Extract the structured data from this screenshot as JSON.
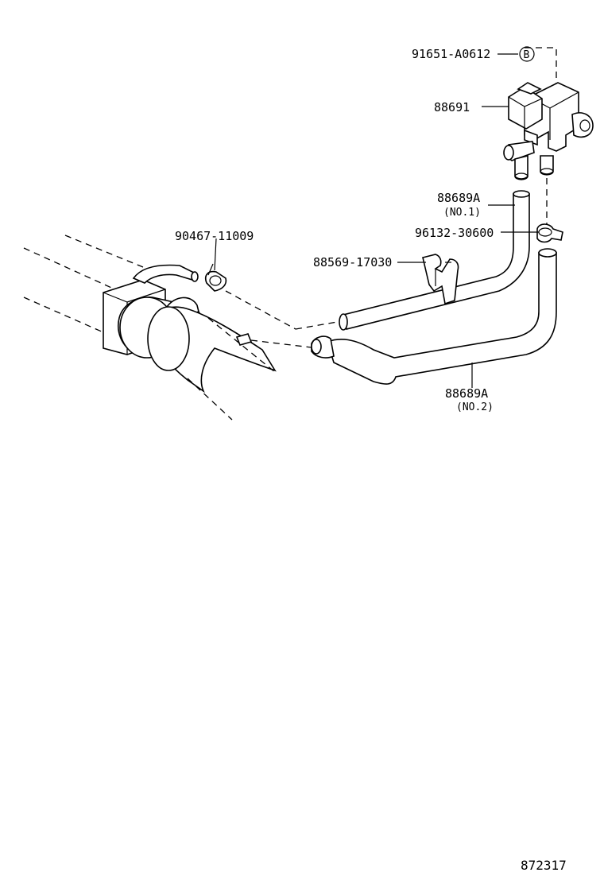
{
  "parts": {
    "p1": {
      "number": "91651-A0612",
      "marker": "B"
    },
    "p2": {
      "number": "88691"
    },
    "p3": {
      "number": "88689A",
      "note": "(NO.1)"
    },
    "p4": {
      "number": "96132-30600"
    },
    "p5": {
      "number": "90467-11009"
    },
    "p6": {
      "number": "88569-17030"
    },
    "p7": {
      "number": "88689A",
      "note": "(NO.2)"
    }
  },
  "diagram_ref": "872317"
}
